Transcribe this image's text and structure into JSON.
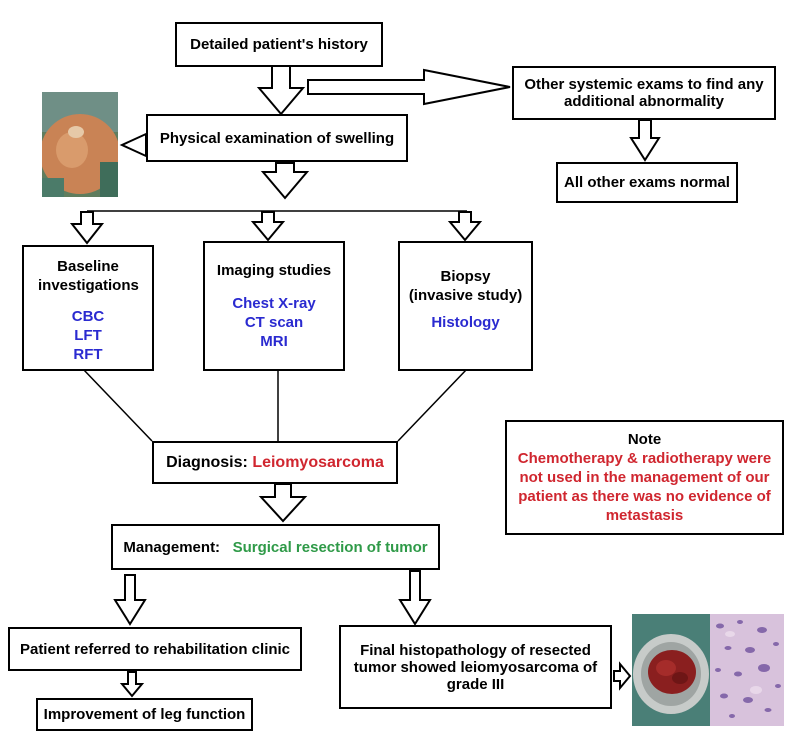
{
  "history": "Detailed patient's history",
  "systemic": "Other systemic exams to find any additional abnormality",
  "physical": "Physical examination of swelling",
  "normal": "All other exams normal",
  "baseline": {
    "title": "Baseline investigations",
    "items": [
      "CBC",
      "LFT",
      "RFT"
    ]
  },
  "imaging": {
    "title": "Imaging studies",
    "items": [
      "Chest X-ray",
      "CT scan",
      "MRI"
    ]
  },
  "biopsy": {
    "title1": "Biopsy",
    "title2": "(invasive study)",
    "items": [
      "Histology"
    ]
  },
  "diagnosis": {
    "label": "Diagnosis:",
    "value": "Leiomyosarcoma"
  },
  "management": {
    "label": "Management:",
    "value": "Surgical resection of tumor"
  },
  "note": {
    "title": "Note",
    "body": "Chemotherapy & radiotherapy were not used in the management of our patient as there was no evidence of metastasis"
  },
  "rehab": "Patient referred to rehabilitation clinic",
  "improvement": "Improvement of leg function",
  "histopath": "Final histopathology of resected tumor showed leiomyosarcoma of grade III",
  "colors": {
    "blue": "#2a2ad0",
    "red": "#d0262f",
    "green": "#2f9a48"
  }
}
